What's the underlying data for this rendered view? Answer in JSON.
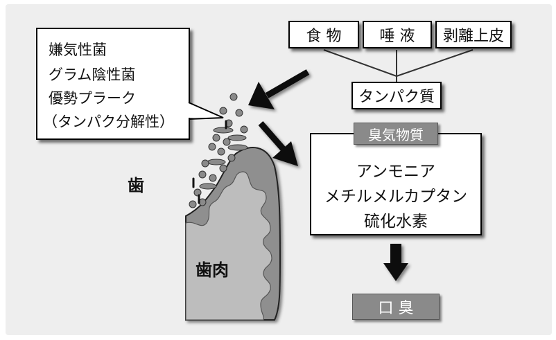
{
  "sources": [
    {
      "label": "食 物"
    },
    {
      "label": "唾 液"
    },
    {
      "label": "剥離上皮"
    }
  ],
  "protein_box": {
    "label": "タンパク質"
  },
  "callout": {
    "lines": [
      "嫌気性菌",
      "グラム陰性菌",
      "優勢プラーク",
      "（タンパク分解性）"
    ]
  },
  "tooth_label": "歯",
  "gum_label": "歯肉",
  "odor_compounds": {
    "title": "臭気物質",
    "items": [
      "アンモニア",
      "メチルメルカプタン",
      "硫化水素"
    ]
  },
  "result": {
    "label": "口 臭"
  },
  "colors": {
    "panel": "#eeeeee",
    "gray_label": "#8a8a8a",
    "gum": "#bdbdbd",
    "dark_gum": "#8f8f8f",
    "bacteria": "#8a8a8a"
  }
}
